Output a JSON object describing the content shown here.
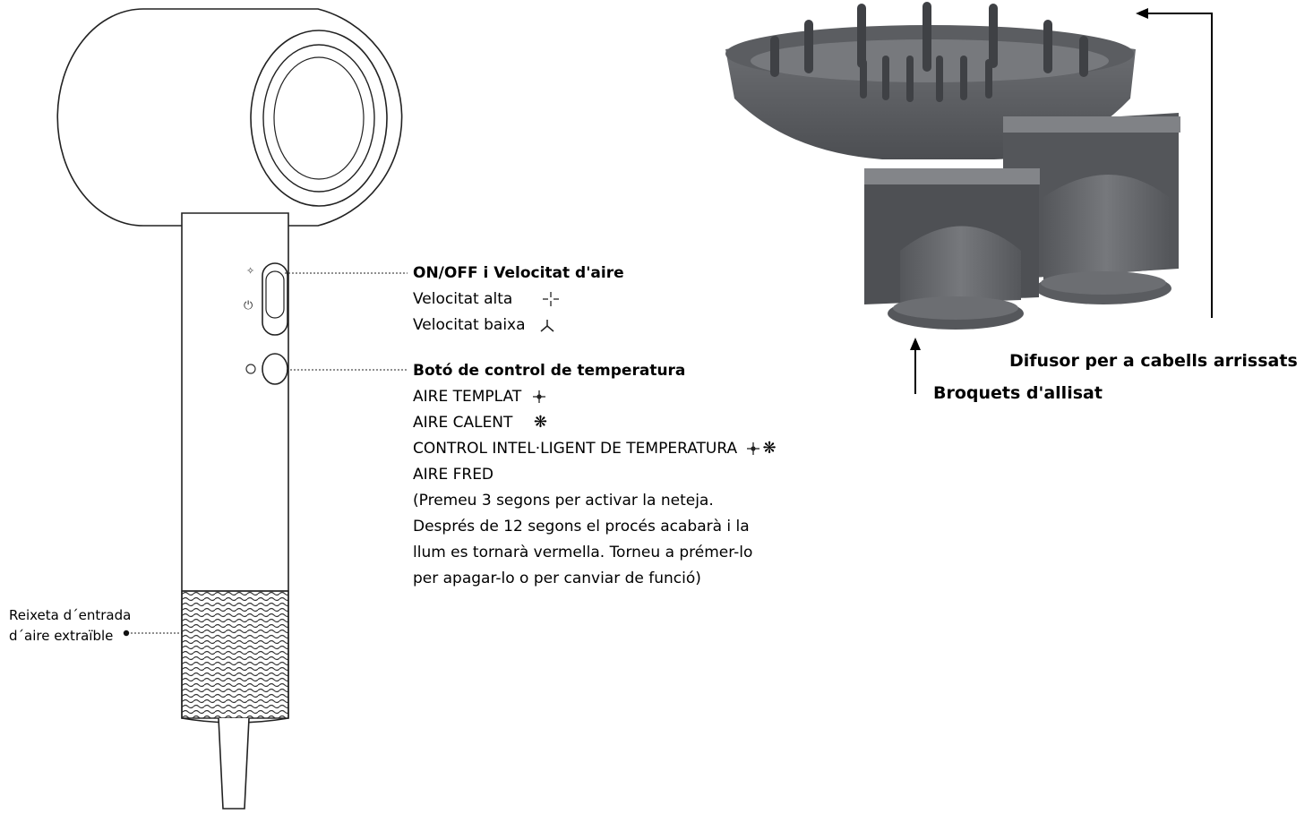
{
  "controls": {
    "power_speed": {
      "title": "ON/OFF i Velocitat d'aire",
      "high_speed": "Velocitat alta",
      "low_speed": "Velocitat baixa",
      "high_icon": "fan-high-icon",
      "low_icon": "fan-low-icon"
    },
    "temperature": {
      "title": "Botó de control de temperatura",
      "warm": "AIRE TEMPLAT",
      "hot": "AIRE CALENT",
      "smart": "CONTROL INTEL·LIGENT DE TEMPERATURA",
      "cold": "AIRE FRED",
      "note_lines": [
        "(Premeu 3 segons per activar la neteja.",
        "Després de 12 segons el procés acabarà i la",
        "llum es tornarà vermella. Torneu a prémer-lo",
        "per apagar-lo o per canviar de funció)"
      ],
      "warm_icon": "warm-air-icon",
      "hot_icon": "hot-air-icon"
    }
  },
  "filter": {
    "label_line1": "Reixeta d´entrada",
    "label_line2": "d´aire extraïble"
  },
  "accessories": {
    "diffuser": "Difusor per a cabells arrissats",
    "nozzles": "Broquets d'allisat"
  },
  "colors": {
    "line": "#222222",
    "accessory_dark": "#4a4c50",
    "accessory_mid": "#6b6d71",
    "accessory_light": "#8a8c90"
  }
}
